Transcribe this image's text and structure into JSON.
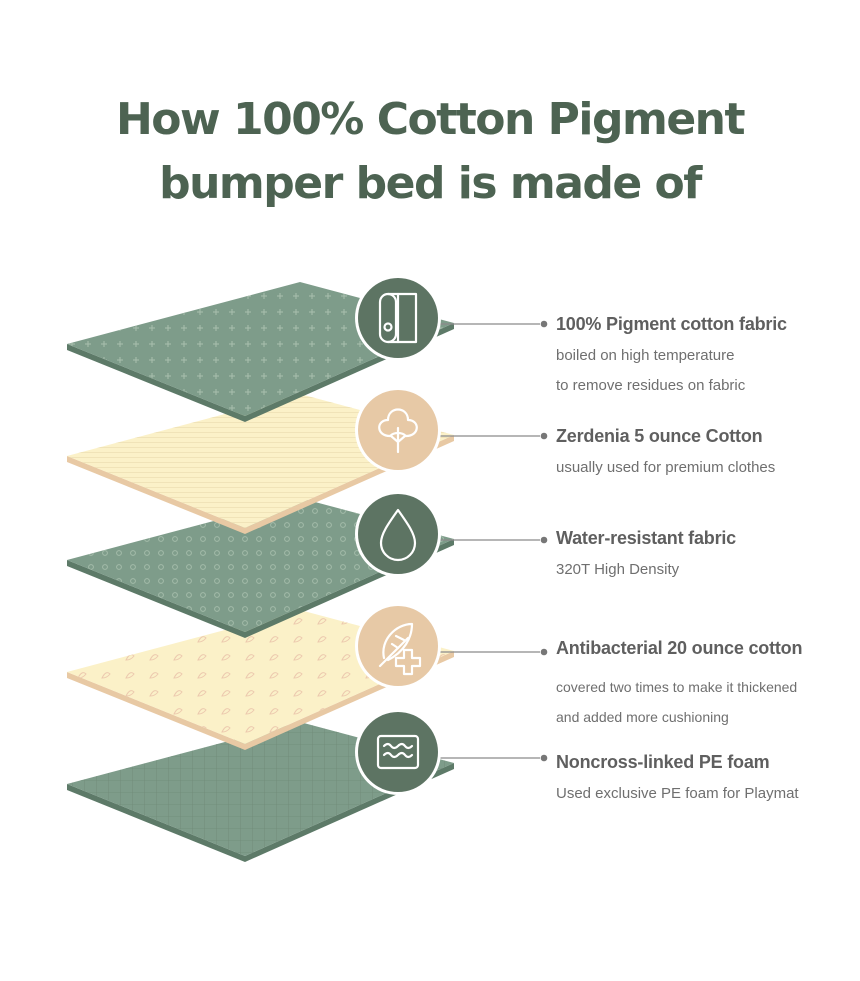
{
  "title": {
    "line1": "How 100% Cotton Pigment",
    "line2": "bumper bed is made of"
  },
  "colors": {
    "title": "#4d6352",
    "sage": "#7e9c8a",
    "sage_dark": "#5d7a68",
    "cream": "#fbf1c8",
    "cream_edge": "#e8c9a4",
    "icon_green": "#5d7463",
    "icon_tan": "#e7c9a6",
    "leader": "#8a8a8a"
  },
  "layers": [
    {
      "icon": "fabric-roll-icon",
      "heading": "100% Pigment cotton fabric",
      "details": [
        "boiled on high temperature",
        "to remove residues on fabric"
      ]
    },
    {
      "icon": "cotton-flower-icon",
      "heading": "Zerdenia 5 ounce Cotton",
      "details": [
        "usually used for premium clothes"
      ]
    },
    {
      "icon": "water-drop-icon",
      "heading": "Water-resistant fabric",
      "details": [
        "320T High Density"
      ]
    },
    {
      "icon": "feather-cross-icon",
      "heading": "Antibacterial 20 ounce cotton",
      "details": [
        "covered two times to make it thickened",
        "and added more cushioning"
      ]
    },
    {
      "icon": "foam-layers-icon",
      "heading": "Noncross-linked PE foam",
      "details": [
        "Used exclusive PE foam for Playmat"
      ]
    }
  ]
}
